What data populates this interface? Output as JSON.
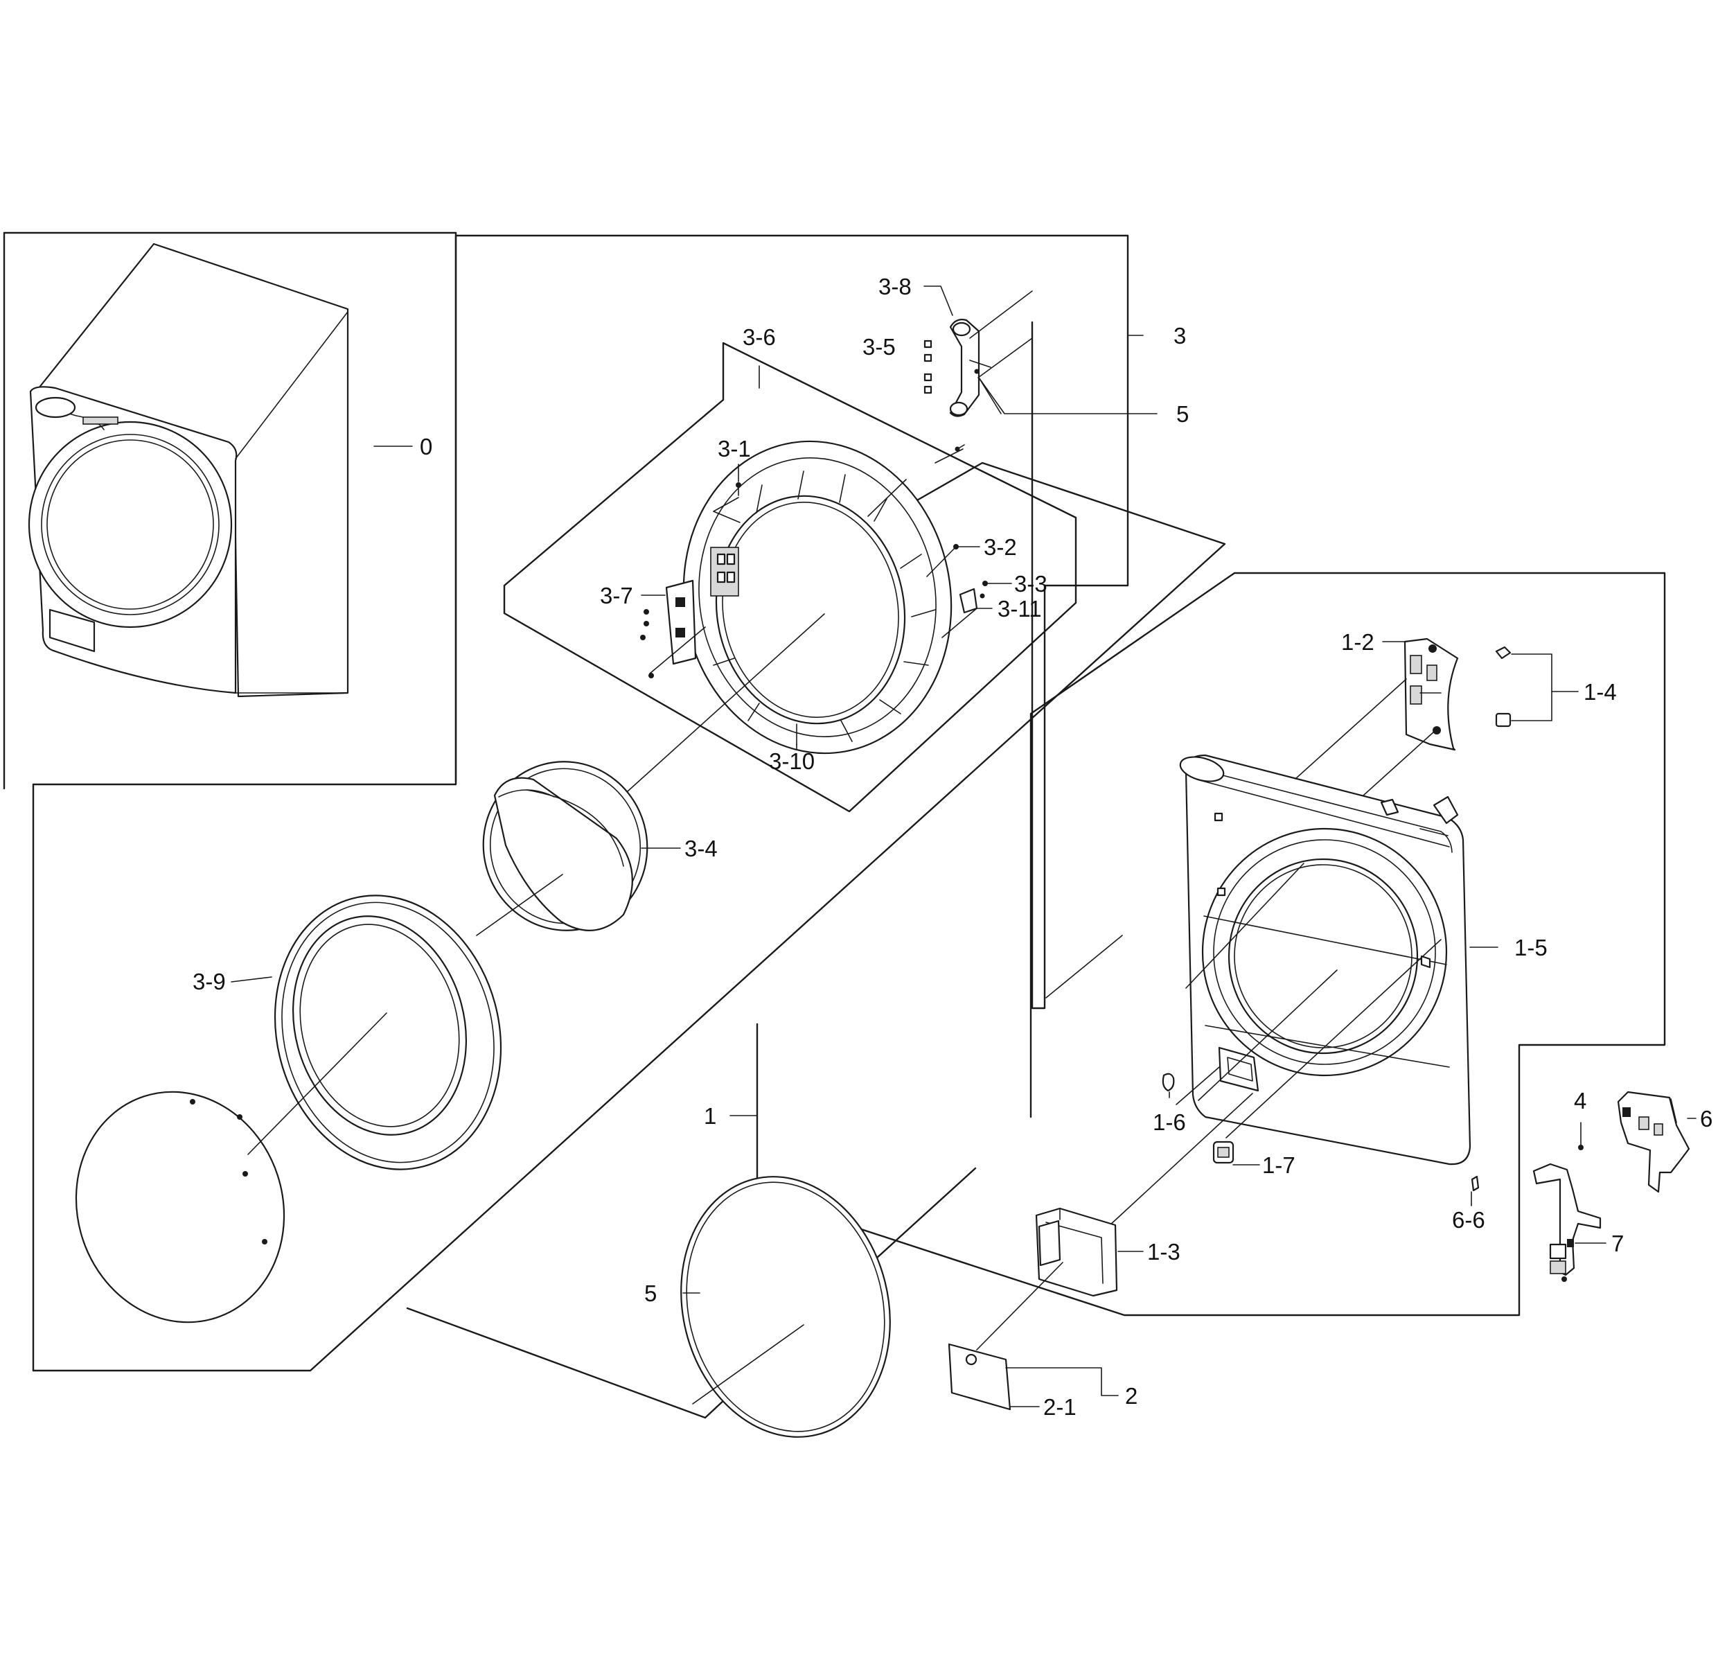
{
  "diagram": {
    "labels": {
      "l0": "0",
      "l3": "3",
      "l3_8": "3-8",
      "l3_5": "3-5",
      "l5a": "5",
      "l3_6": "3-6",
      "l3_1": "3-1",
      "l3_2": "3-2",
      "l3_3": "3-3",
      "l3_11": "3-11",
      "l3_7": "3-7",
      "l3_10": "3-10",
      "l3_4": "3-4",
      "l3_9": "3-9",
      "l1_2": "1-2",
      "l1_4": "1-4",
      "l1_5": "1-5",
      "l1_6": "1-6",
      "l1_7": "1-7",
      "l1": "1",
      "l1_3": "1-3",
      "l5b": "5",
      "l2": "2",
      "l2_1": "2-1",
      "l4": "4",
      "l6": "6",
      "l6_6": "6-6",
      "l7": "7"
    }
  }
}
